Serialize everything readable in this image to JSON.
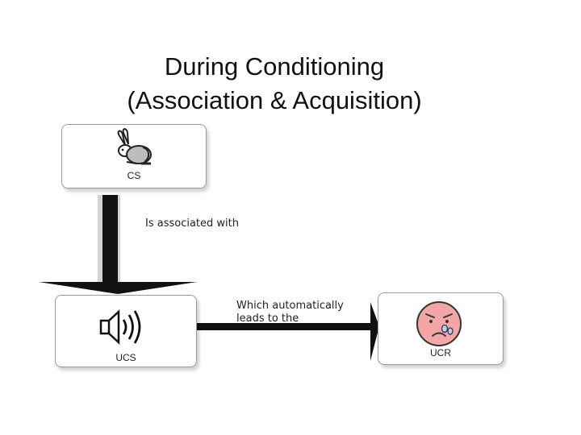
{
  "title": {
    "line1": "During Conditioning",
    "line2": "(Association & Acquisition)"
  },
  "nodes": {
    "cs": {
      "label": "CS",
      "icon": "rabbit-icon"
    },
    "ucs": {
      "label": "UCS",
      "icon": "speaker-icon"
    },
    "ucr": {
      "label": "UCR",
      "icon": "crying-face-icon"
    }
  },
  "edges": {
    "cs_to_ucs": "Is associated with",
    "ucs_to_ucr_line1": "Which automatically",
    "ucs_to_ucr_line2": "leads to the"
  },
  "colors": {
    "face_fill": "#f4a6a6",
    "tear_fill": "#b9d3ec"
  }
}
